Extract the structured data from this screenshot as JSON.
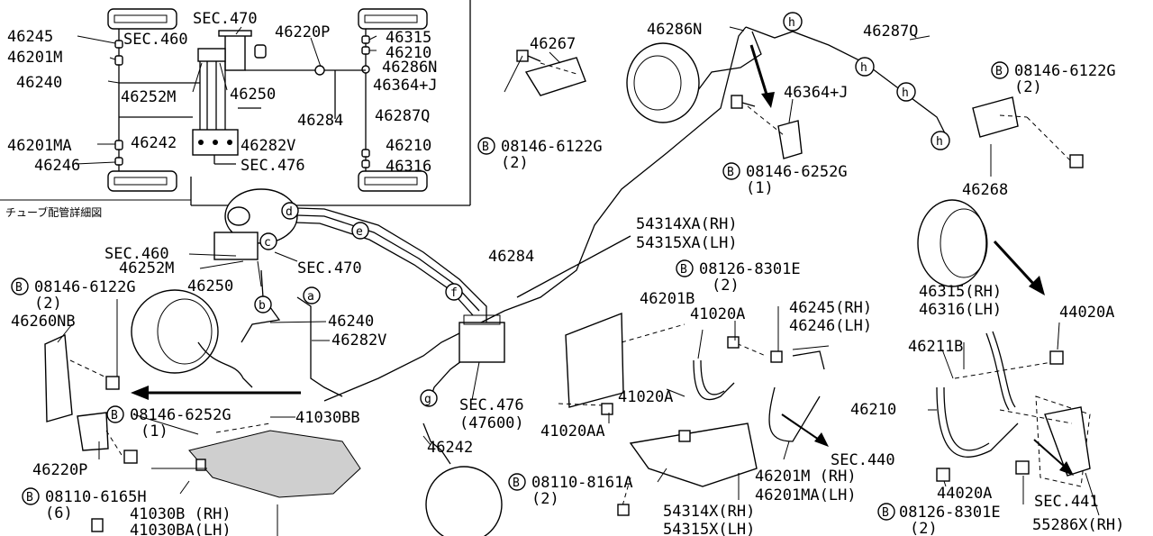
{
  "labels": {
    "l1": "46245",
    "l2": "SEC.460",
    "l3": "SEC.470",
    "l4": "46201M",
    "l5": "46240",
    "l6": "46252M",
    "l7": "46250",
    "l8": "46220P",
    "l9": "46315",
    "l10": "46210",
    "l11": "46286N",
    "l12": "46364+J",
    "l13": "46284",
    "l14": "46287Q",
    "l15": "46201MA",
    "l16": "46242",
    "l17": "46282V",
    "l18": "46246",
    "l19": "SEC.476",
    "l20": "46210",
    "l21": "46316",
    "l22": "チューブ配管詳細図",
    "l23": "46267",
    "l24": "08146-6122G",
    "l25": "(2)",
    "l26": "46286N",
    "l27": "46287Q",
    "l28": "46364+J",
    "l29": "08146-6252G",
    "l30": "(1)",
    "l31": "08146-6122G",
    "l32": "(2)",
    "l33": "46268",
    "l34": "54314XA(RH)",
    "l35": "54315XA(LH)",
    "l36": "46284",
    "l37": "SEC.460",
    "l38": "46252M",
    "l39": "SEC.470",
    "l40": "46250",
    "l41": "08146-6122G",
    "l42": "(2)",
    "l43": "46260NB",
    "l44": "46240",
    "l45": "46282V",
    "l46": "08126-8301E",
    "l47": "(2)",
    "l48": "46201B",
    "l49": "41020A",
    "l50": "46245(RH)",
    "l51": "46246(LH)",
    "l52": "46315(RH)",
    "l53": "46316(LH)",
    "l54": "44020A",
    "l55": "46211B",
    "l56": "41020A",
    "l57": "SEC.476",
    "l58": "(47600)",
    "l59": "41020AA",
    "l60": "46210",
    "l61": "08146-6252G",
    "l62": "(1)",
    "l63": "41030BB",
    "l64": "46242",
    "l65": "46220P",
    "l66": "SEC.440",
    "l67": "08110-6165H",
    "l68": "(6)",
    "l69": "41030B (RH)",
    "l70": "41030BA(LH)",
    "l71": "08110-8161A",
    "l72": "(2)",
    "l73": "46201M (RH)",
    "l74": "46201MA(LH)",
    "l75": "54314X(RH)",
    "l76": "54315X(LH)",
    "l77": "44020A",
    "l78": "SEC.441",
    "l79": "08126-8301E",
    "l80": "(2)",
    "l81": "55286X(RH)"
  },
  "callouts": {
    "c": "c",
    "d": "d",
    "e": "e",
    "f": "f",
    "a": "a",
    "b": "b",
    "g": "g",
    "h1": "h",
    "h2": "h",
    "h3": "h",
    "h4": "h"
  },
  "bolt_marker": "B"
}
